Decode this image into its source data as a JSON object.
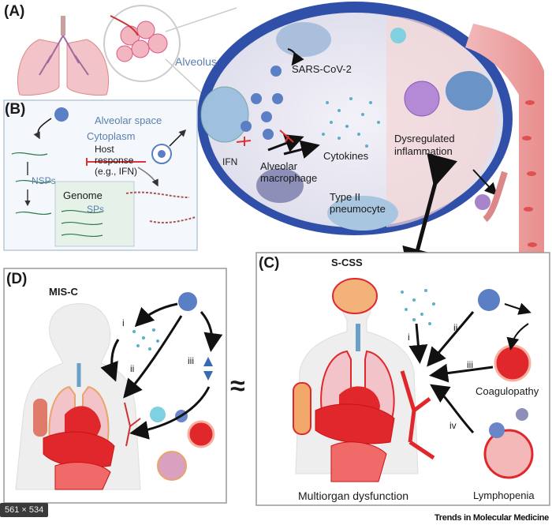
{
  "panels": {
    "a": {
      "letter": "(A)",
      "alveolus": "Alveolus",
      "virus": "SARS-CoV-2",
      "ifn": "IFN",
      "macrophage": "Alveolar\nmacrophage",
      "cytokines": "Cytokines",
      "pneumocyte": "Type II\npneumocyte",
      "inflammation": "Dysregulated\ninflammation"
    },
    "b": {
      "letter": "(B)",
      "alveolar_space": "Alveolar space",
      "cytoplasm": "Cytoplasm",
      "host_response": "Host\nresponse\n(e.g., IFN)",
      "nsps": "NSPs",
      "genome": "Genome",
      "sps": "SPs"
    },
    "c": {
      "letter": "(C)",
      "title": "S-CSS",
      "i": "i",
      "ii": "ii",
      "iii": "iii",
      "iv": "iv",
      "coagulopathy": "Coagulopathy",
      "lymphopenia": "Lymphopenia",
      "multiorgan": "Multiorgan dysfunction"
    },
    "d": {
      "letter": "(D)",
      "title": "MIS-C",
      "i": "i",
      "ii": "ii",
      "iii": "iii"
    },
    "approx": "≈"
  },
  "image_size": "561 × 534",
  "journal": "Trends in Molecular Medicine",
  "colors": {
    "virus": "#5b7fc4",
    "membrane": "#2f4fa8",
    "organ": "#e0282c",
    "blood": "#f0a8a8",
    "panel_border": "#999999"
  }
}
